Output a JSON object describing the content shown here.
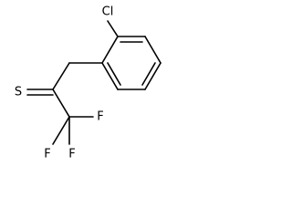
{
  "molecule": {
    "atoms": {
      "chlorine": "Cl",
      "sulfur": "S",
      "fluorine_top": "F",
      "fluorine_left": "F",
      "fluorine_bottom": "F"
    },
    "colors": {
      "bond": "#000000",
      "label": "#000000",
      "background": "#ffffff"
    }
  }
}
